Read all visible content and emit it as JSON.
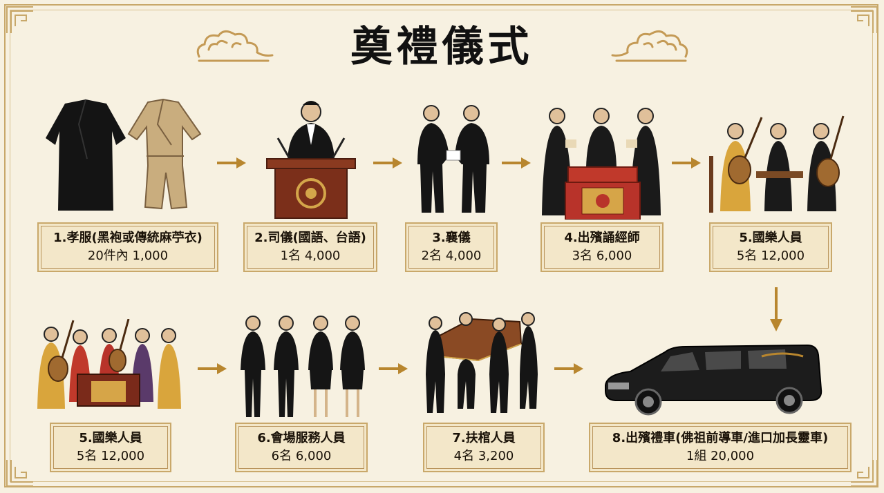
{
  "title": "奠禮儀式",
  "colors": {
    "background": "#f7f1e1",
    "border": "#c8a86a",
    "card": "#f3e7c9",
    "arrow": "#b8862e",
    "text": "#111111"
  },
  "items": [
    {
      "label": "1.孝服(黑袍或傳統麻苧衣)",
      "value": "20件內 1,000",
      "icon": "funeral-robes-icon"
    },
    {
      "label": "2.司儀(國語、台語)",
      "value": "1名 4,000",
      "icon": "emcee-podium-icon"
    },
    {
      "label": "3.襄儀",
      "value": "2名 4,000",
      "icon": "assistants-icon"
    },
    {
      "label": "4.出殯誦經師",
      "value": "3名 6,000",
      "icon": "chanting-monks-icon"
    },
    {
      "label": "5.國樂人員",
      "value": "5名 12,000",
      "icon": "music-trio-icon"
    },
    {
      "label": "5.國樂人員",
      "value": "5名 12,000",
      "icon": "music-ensemble-icon"
    },
    {
      "label": "6.會場服務人員",
      "value": "6名 6,000",
      "icon": "service-staff-icon"
    },
    {
      "label": "7.扶棺人員",
      "value": "4名 3,200",
      "icon": "pallbearers-icon"
    },
    {
      "label": "8.出殯禮車(佛祖前導車/進口加長靈車)",
      "value": "1組 20,000",
      "icon": "hearse-icon"
    }
  ]
}
